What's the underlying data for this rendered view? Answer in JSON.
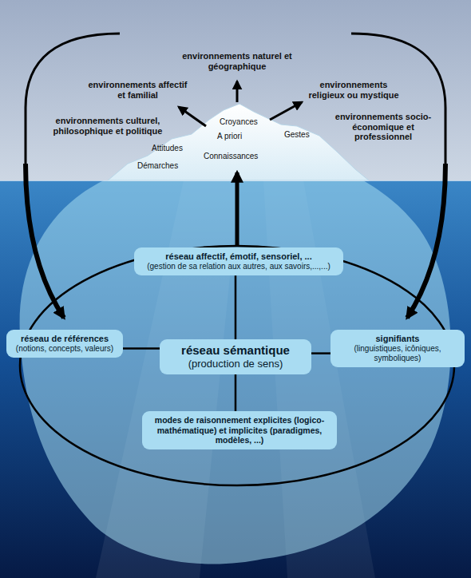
{
  "diagram": {
    "nodes": [
      {
        "text": [
          "réseau affectif, émotif, sensoriel, ...",
          "(gestion de sa relation aux autres, aux savoirs,...,...)"
        ]
      },
      {
        "text": [
          "réseau de références",
          "(notions, concepts, valeurs)"
        ]
      },
      {
        "text": [
          "réseau sémantique",
          "(production de sens)"
        ]
      },
      {
        "text": [
          "signifiants",
          "(linguistiques, icôniques, symboliques)"
        ]
      },
      {
        "text": [
          "modes de raisonnement explicites (logico-mathématique) et implicites (paradigmes, modèles, ...)"
        ]
      }
    ],
    "edges": [
      {
        "from": 2,
        "to": 0,
        "arrow": "none"
      },
      {
        "from": 1,
        "to": 2,
        "arrow": "none"
      },
      {
        "from": 2,
        "to": 3,
        "arrow": "none"
      },
      {
        "from": 2,
        "to": 4,
        "arrow": "none"
      }
    ],
    "labels": [
      "environnements naturel et géographique",
      "environnements affectif et familial",
      "environnements religieux ou mystique",
      "environnements culturel, philosophique et politique",
      "environnements socio-économique et professionnel",
      "Croyances",
      "A priori",
      "Gestes",
      "Attitudes",
      "Connaissances",
      "Démarches"
    ]
  }
}
